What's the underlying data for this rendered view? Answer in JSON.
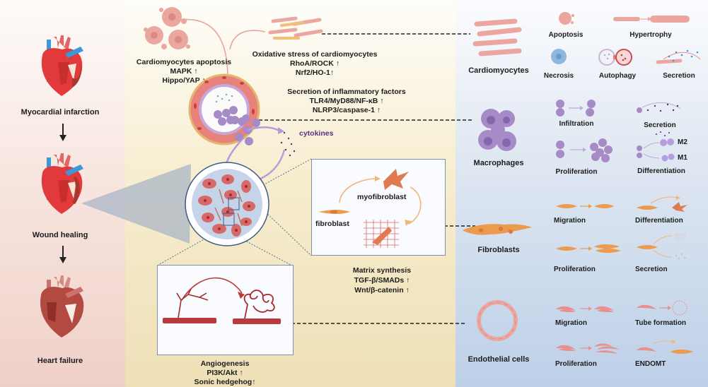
{
  "colors": {
    "left_panel": "#f8e6e0",
    "middle_panel": "#f7eed0",
    "right_panel": "#e0e8f2",
    "heart_red": "#e23a3a",
    "vessel_blue": "#3a9ad9",
    "failure_heart": "#b24a42",
    "macrophage_purple": "#a68bc7",
    "fibroblast_orange": "#ec9a4c",
    "endothelial_pink": "#e89090",
    "cardiomyocyte_pink": "#eba6a0",
    "text": "#1c1c1c",
    "cytokine_text": "#5a2d85"
  },
  "progression": {
    "stages": [
      {
        "label": "Myocardial infarction",
        "icon": "heart-infarction-icon"
      },
      {
        "label": "Wound healing",
        "icon": "heart-wound-healing-icon"
      },
      {
        "label": "Heart failure",
        "icon": "heart-failure-icon"
      }
    ],
    "arrow_icon": "down-arrow-icon"
  },
  "mechanisms": {
    "apoptosis": {
      "title": "Cardiomyocytes apoptosis",
      "pathways": [
        "MAPK ↑",
        "Hippo/YAP ↑"
      ]
    },
    "oxidative": {
      "title": "Oxidative stress of cardiomyocytes",
      "pathways": [
        "RhoA/ROCK ↑",
        "Nrf2/HO-1↑"
      ]
    },
    "inflammation": {
      "title": "Secretion of inflammatory factors",
      "pathways": [
        "TLR4/MyD88/NF-κB ↑",
        "NLRP3/caspase-1 ↑"
      ]
    },
    "cytokines_label": "cytokines",
    "fibrosis_box": {
      "fibroblast": "fibroblast",
      "myofibroblast": "myofibroblast"
    },
    "matrix": {
      "title": "Matrix synthesis",
      "pathways": [
        "TGF-β/SMADs ↑",
        "Wnt/β-catenin ↑"
      ]
    },
    "angiogenesis": {
      "title": "Angiogenesis",
      "pathways": [
        "PI3K/Akt ↑",
        "Sonic hedgehog↑"
      ]
    }
  },
  "cell_types": [
    {
      "name": "Cardiomyocytes",
      "functions": [
        "Apoptosis",
        "Hypertrophy",
        "Necrosis",
        "Autophagy",
        "Secretion"
      ]
    },
    {
      "name": "Macrophages",
      "functions": [
        "Infiltration",
        "Secretion",
        "Proliferation",
        "Differentiation"
      ],
      "subtypes": [
        "M2",
        "M1"
      ]
    },
    {
      "name": "Fibroblasts",
      "functions": [
        "Migration",
        "Differentiation",
        "Proliferation",
        "Secretion"
      ]
    },
    {
      "name": "Endothelial cells",
      "functions": [
        "Migration",
        "Tube formation",
        "Proliferation",
        "ENDOMT"
      ]
    }
  ]
}
